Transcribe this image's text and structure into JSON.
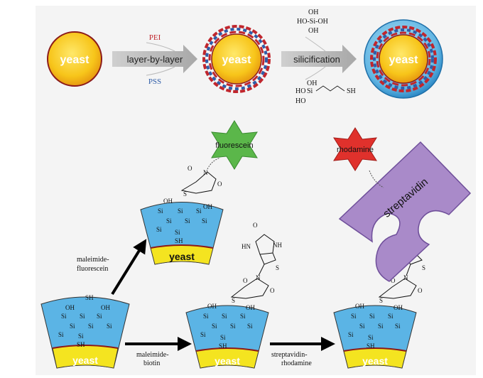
{
  "cell_label": "yeast",
  "steps": {
    "lbl": "layer-by-layer",
    "pei": "PEI",
    "pss": "PSS",
    "silicification": "silicification"
  },
  "chem": {
    "oh": "OH",
    "sio": "Si",
    "ho_si_oh": "HO-Si-OH",
    "ho": "HO",
    "sh": "SH",
    "o": "O",
    "n": "N",
    "s": "S",
    "hn": "HN",
    "nh": "NH",
    "h": "H"
  },
  "labels": {
    "fluorescein": "fluorescein",
    "rhodamine": "rhodamine",
    "streptavidin": "streptavidin",
    "maleimide_fluorescein_1": "maleimide-",
    "maleimide_fluorescein_2": "fluorescein",
    "maleimide_biotin_1": "maleimide-",
    "maleimide_biotin_2": "biotin",
    "strep_rhod_1": "streptavidin-",
    "strep_rhod_2": "rhodamine"
  },
  "colors": {
    "yeast_fill": "#f4c20d",
    "yeast_stroke": "#8b1a1a",
    "arrow_grey": "#b8b8b8",
    "pei_red": "#c0262d",
    "pss_blue": "#2f5da8",
    "silica_blue": "#5bb4e5",
    "fluorescein_green": "#5bb74a",
    "rhodamine_red": "#e0312c",
    "streptavidin_purple": "#a98ac9"
  }
}
